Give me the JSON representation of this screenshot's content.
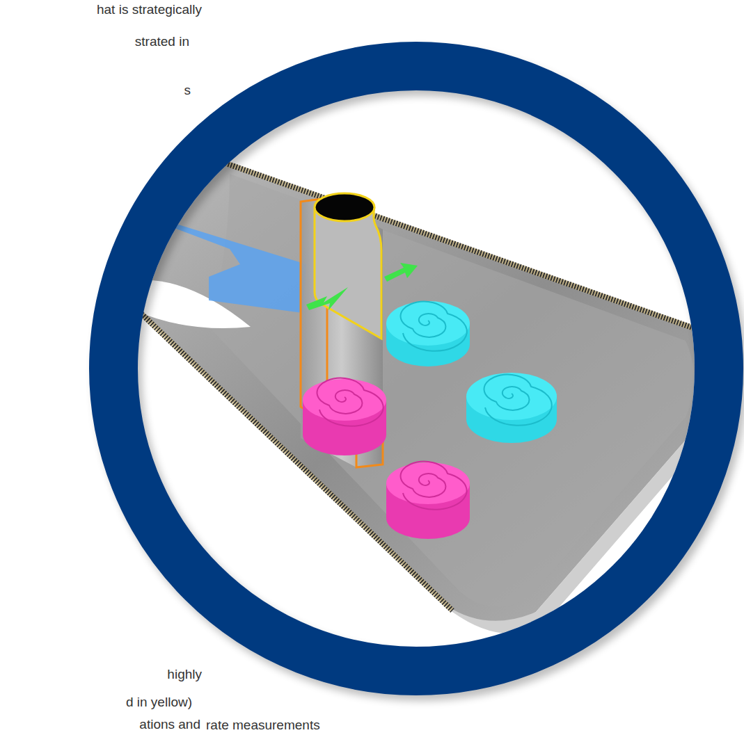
{
  "diagram": {
    "labels": [
      "hat is strategically",
      "strated in",
      "s",
      "highly",
      "d in yellow)",
      "ations and",
      "rate measurements"
    ]
  }
}
